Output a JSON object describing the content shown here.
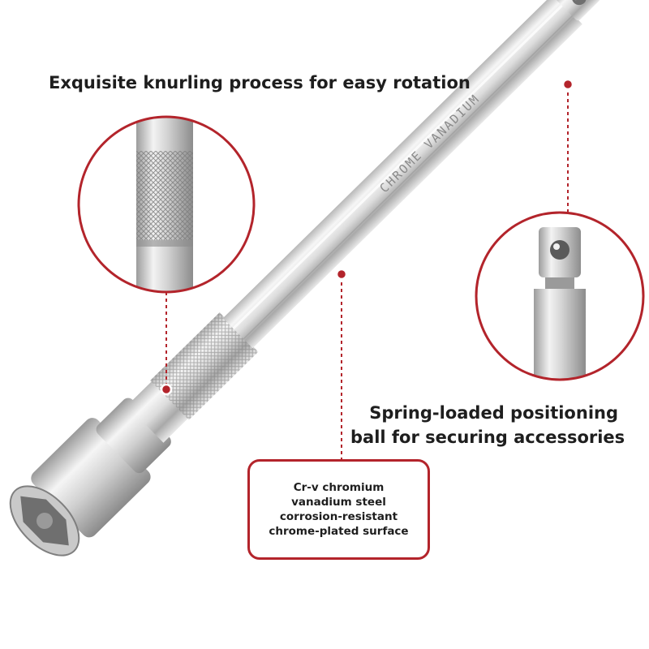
{
  "callouts": {
    "knurling": "Exquisite knurling process for easy rotation",
    "ball_lines": [
      "Spring-loaded positioning",
      "ball for securing accessories"
    ],
    "material_lines": [
      "Cr-v chromium",
      "vanadium steel",
      "corrosion-resistant",
      "chrome-plated surface"
    ]
  },
  "engraving": "CHROME VANADIUM",
  "colors": {
    "accent": "#b3242b",
    "text": "#1e1e1e",
    "steel_light": "#f4f4f4",
    "steel_dark": "#8e8e8e"
  }
}
